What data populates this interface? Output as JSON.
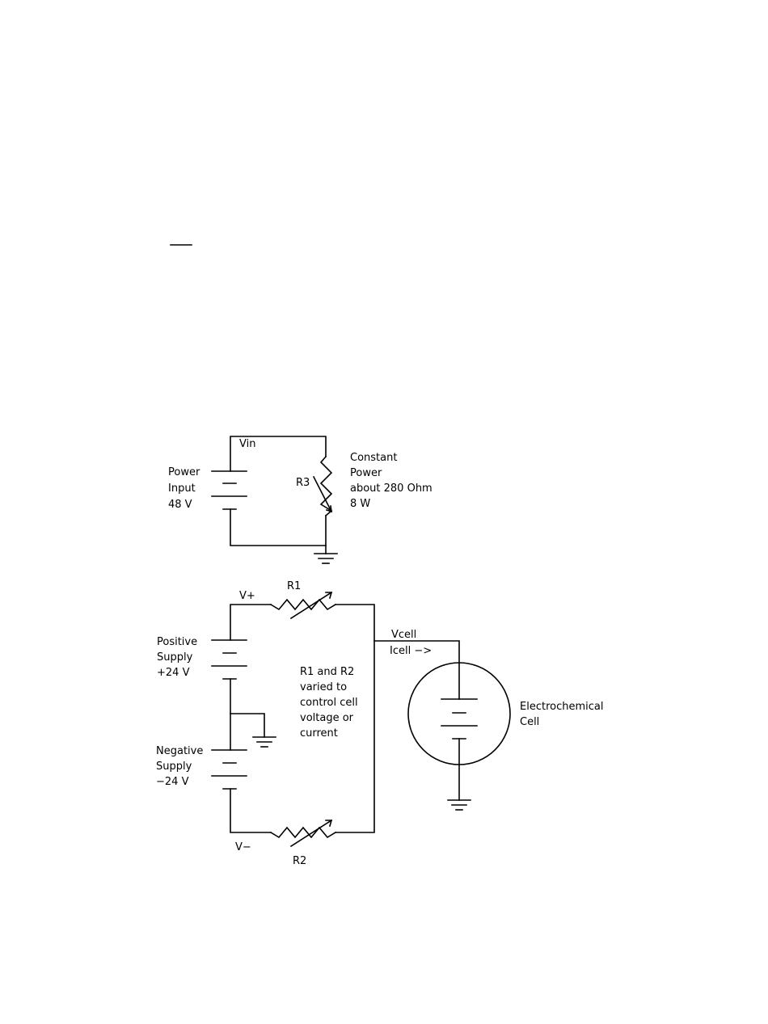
{
  "top_power": {
    "vin_label": "Vin",
    "source_label": [
      "Power",
      "Input",
      "48 V"
    ],
    "r3_label": "R3",
    "r3_note": [
      "Constant",
      "Power",
      "about 280 Ohm",
      "8 W"
    ]
  },
  "bottom_circuit": {
    "vplus_label": "V+",
    "vminus_label": "V−",
    "r1_label": "R1",
    "r2_label": "R2",
    "positive_supply": [
      "Positive",
      "Supply",
      "+24 V"
    ],
    "negative_supply": [
      "Negative",
      "Supply",
      "−24 V"
    ],
    "control_note": [
      "R1 and R2",
      "varied to",
      "control cell",
      "voltage or",
      "current"
    ],
    "vcell_label": "Vcell",
    "icell_label": "Icell −>",
    "cell_label": [
      "Electrochemical",
      "Cell"
    ]
  }
}
